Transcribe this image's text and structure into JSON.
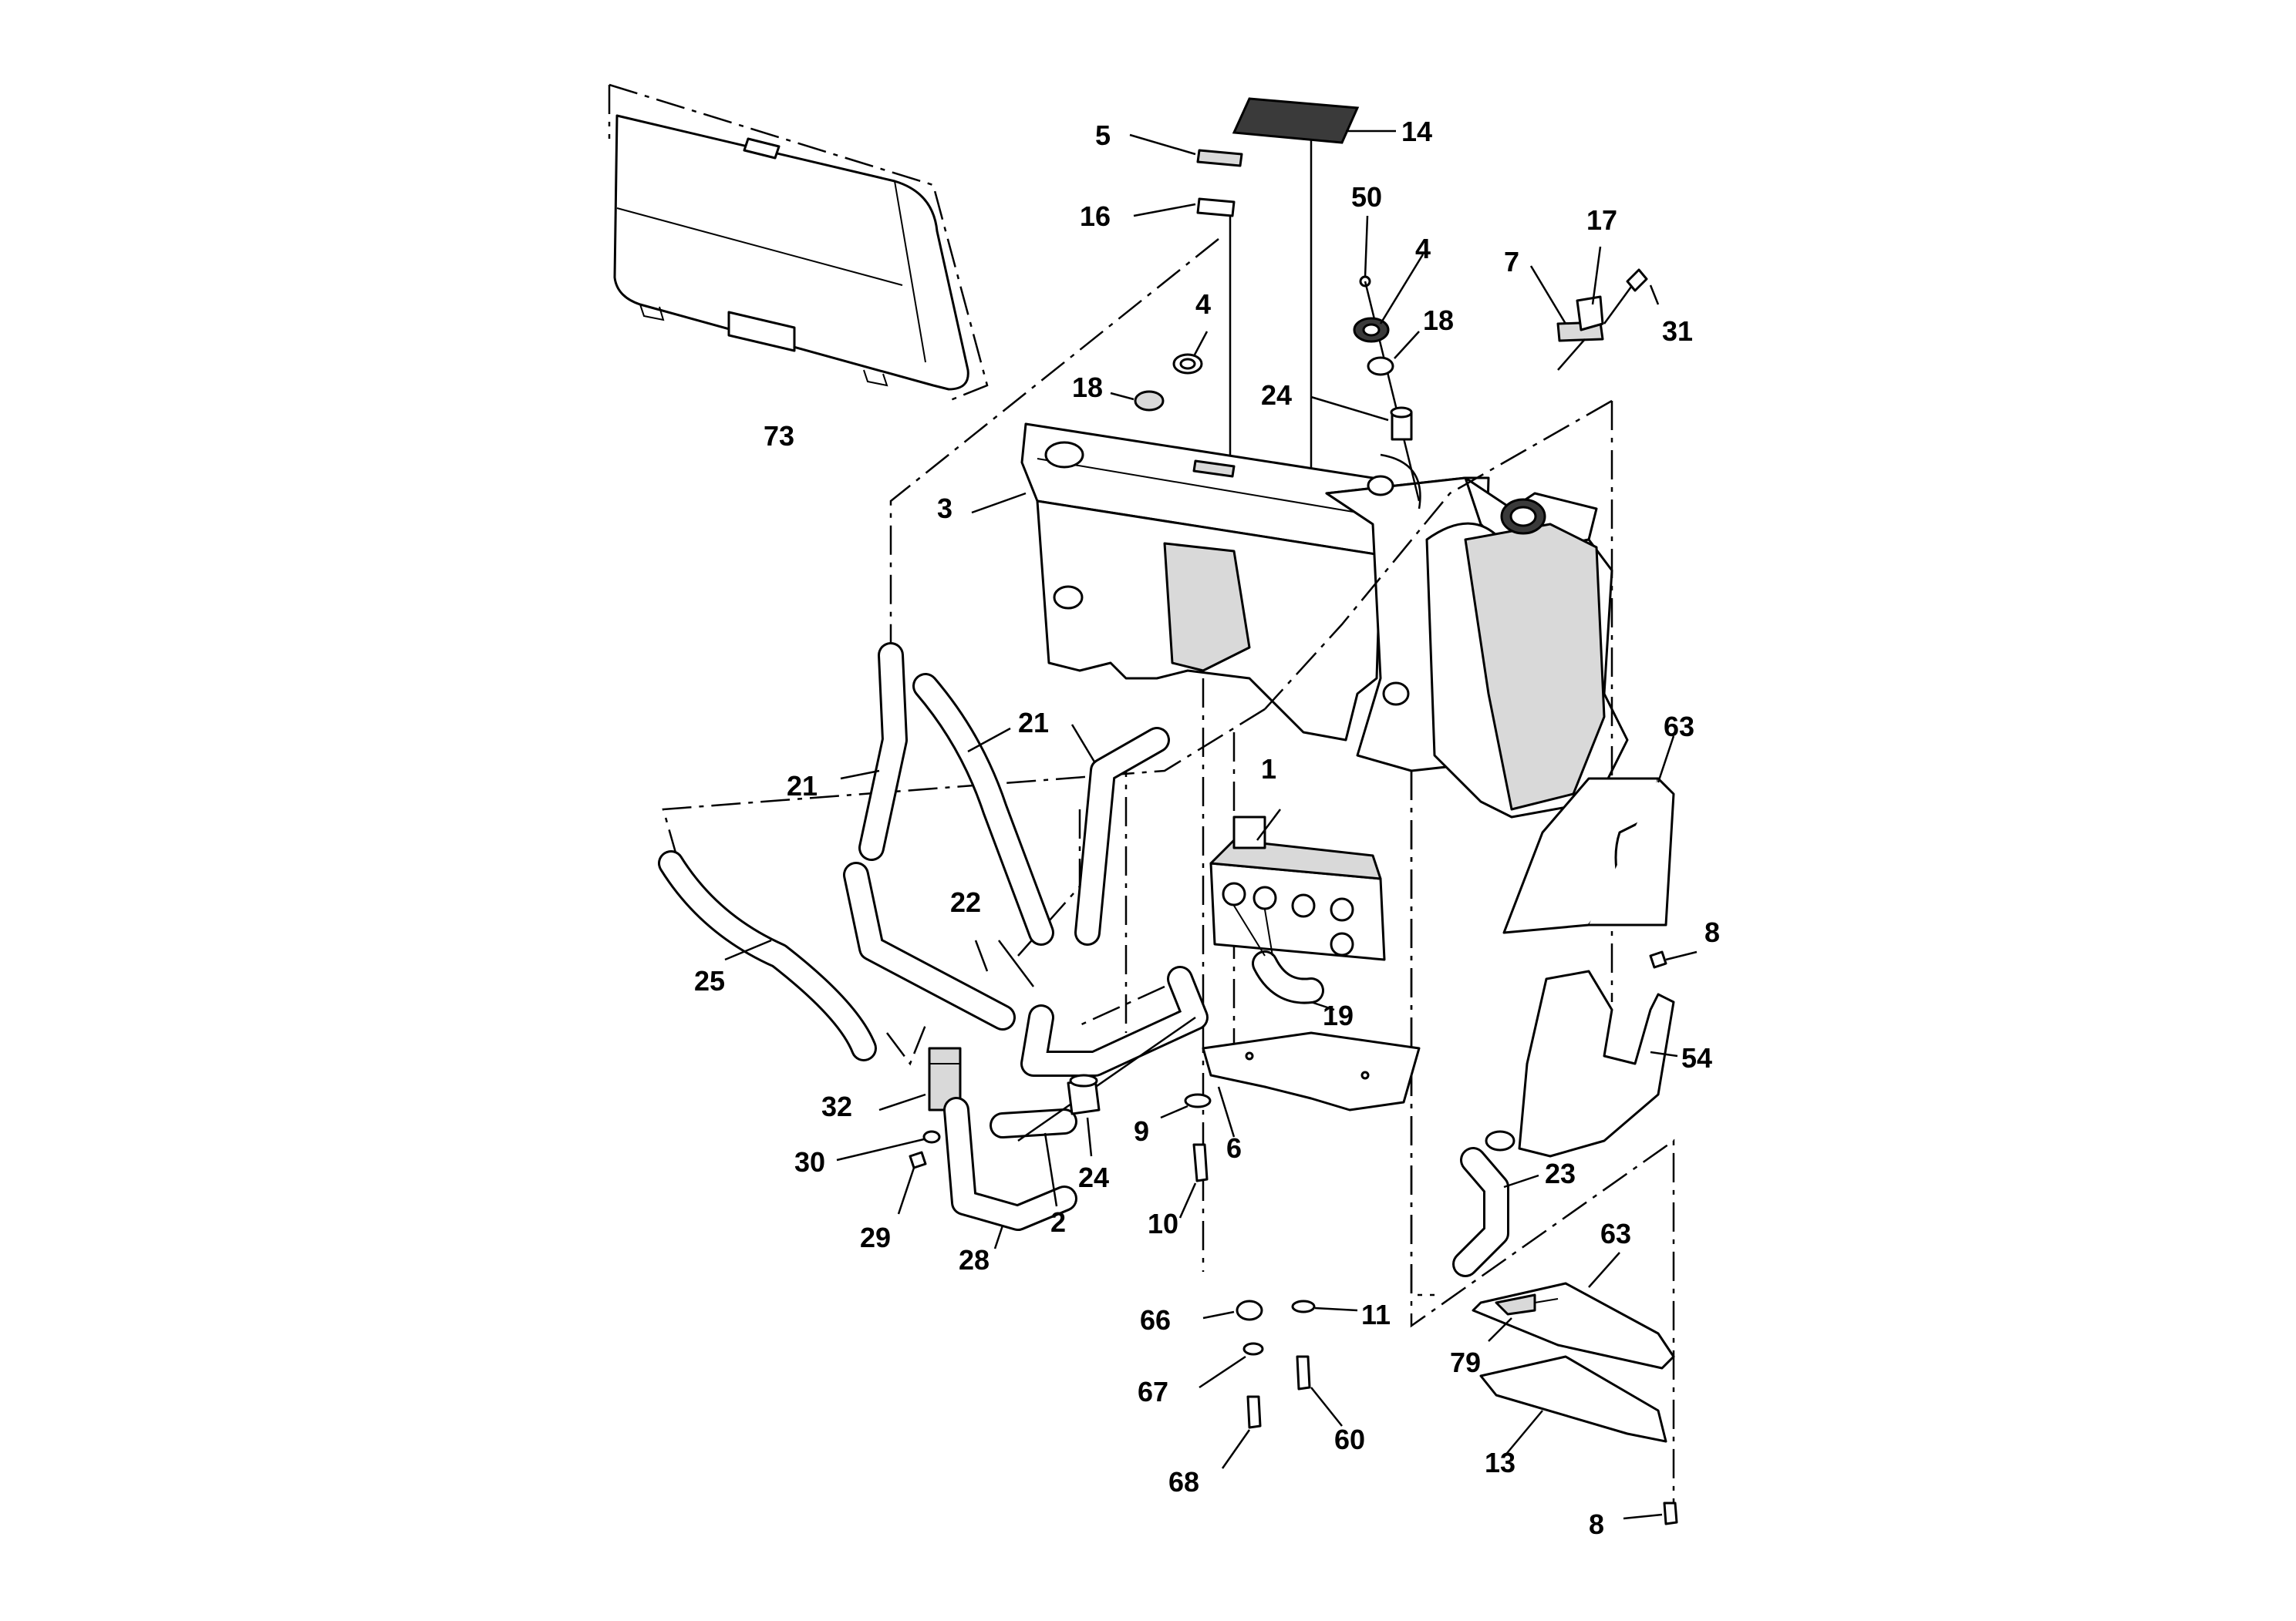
{
  "callouts": [
    {
      "id": "c14",
      "text": "14"
    },
    {
      "id": "c5",
      "text": "5"
    },
    {
      "id": "c16",
      "text": "16"
    },
    {
      "id": "c50",
      "text": "50"
    },
    {
      "id": "c4a",
      "text": "4"
    },
    {
      "id": "c17",
      "text": "17"
    },
    {
      "id": "c7",
      "text": "7"
    },
    {
      "id": "c31",
      "text": "31"
    },
    {
      "id": "c4b",
      "text": "4"
    },
    {
      "id": "c18a",
      "text": "18"
    },
    {
      "id": "c18b",
      "text": "18"
    },
    {
      "id": "c24a",
      "text": "24"
    },
    {
      "id": "c73",
      "text": "73"
    },
    {
      "id": "c3",
      "text": "3"
    },
    {
      "id": "c21a",
      "text": "21"
    },
    {
      "id": "c21b",
      "text": "21"
    },
    {
      "id": "c63a",
      "text": "63"
    },
    {
      "id": "c1",
      "text": "1"
    },
    {
      "id": "c22",
      "text": "22"
    },
    {
      "id": "c25",
      "text": "25"
    },
    {
      "id": "c19",
      "text": "19"
    },
    {
      "id": "c8a",
      "text": "8"
    },
    {
      "id": "c54",
      "text": "54"
    },
    {
      "id": "c32",
      "text": "32"
    },
    {
      "id": "c30",
      "text": "30"
    },
    {
      "id": "c9",
      "text": "9"
    },
    {
      "id": "c6",
      "text": "6"
    },
    {
      "id": "c24b",
      "text": "24"
    },
    {
      "id": "c23",
      "text": "23"
    },
    {
      "id": "c29",
      "text": "29"
    },
    {
      "id": "c10",
      "text": "10"
    },
    {
      "id": "c2",
      "text": "2"
    },
    {
      "id": "c28",
      "text": "28"
    },
    {
      "id": "c63b",
      "text": "63"
    },
    {
      "id": "c66",
      "text": "66"
    },
    {
      "id": "c11",
      "text": "11"
    },
    {
      "id": "c79",
      "text": "79"
    },
    {
      "id": "c67",
      "text": "67"
    },
    {
      "id": "c60",
      "text": "60"
    },
    {
      "id": "c13",
      "text": "13"
    },
    {
      "id": "c68",
      "text": "68"
    },
    {
      "id": "c8b",
      "text": "8"
    }
  ]
}
